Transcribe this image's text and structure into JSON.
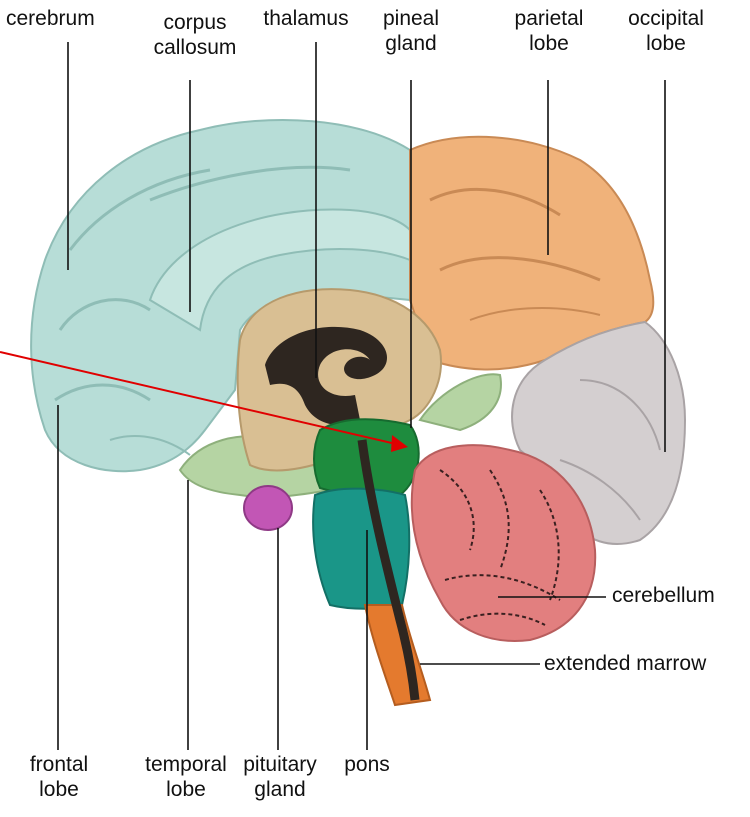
{
  "labels": {
    "cerebrum": [
      "cerebrum"
    ],
    "corpus_callosum": [
      "corpus",
      "callosum"
    ],
    "thalamus": [
      "thalamus"
    ],
    "pineal_gland": [
      "pineal",
      "gland"
    ],
    "parietal_lobe": [
      "parietal",
      "lobe"
    ],
    "occipital_lobe": [
      "occipital",
      "lobe"
    ],
    "cerebellum": [
      "cerebellum"
    ],
    "extended_marrow": [
      "extended marrow"
    ],
    "frontal_lobe": [
      "frontal",
      "lobe"
    ],
    "temporal_lobe": [
      "temporal",
      "lobe"
    ],
    "pituitary_gland": [
      "pituitary",
      "gland"
    ],
    "pons": [
      "pons"
    ]
  },
  "colors": {
    "cerebrum": "#b7ddd7",
    "cerebrum_shadow": "#8fbdb6",
    "parietal": "#f0b27a",
    "parietal_shadow": "#c98a55",
    "occipital": "#d4cfd0",
    "occipital_shadow": "#a9a3a5",
    "inner_tan": "#d9bf93",
    "ventricle": "#2e2620",
    "pineal_green": "#1e8c3e",
    "pons_teal": "#1a9688",
    "marrow_orange": "#e47a2e",
    "cerebellum_pink": "#e27f7f",
    "temporal_green": "#b5d4a3",
    "pituitary": "#c256b5",
    "arrow_red": "#e00000",
    "leader": "#111111"
  }
}
